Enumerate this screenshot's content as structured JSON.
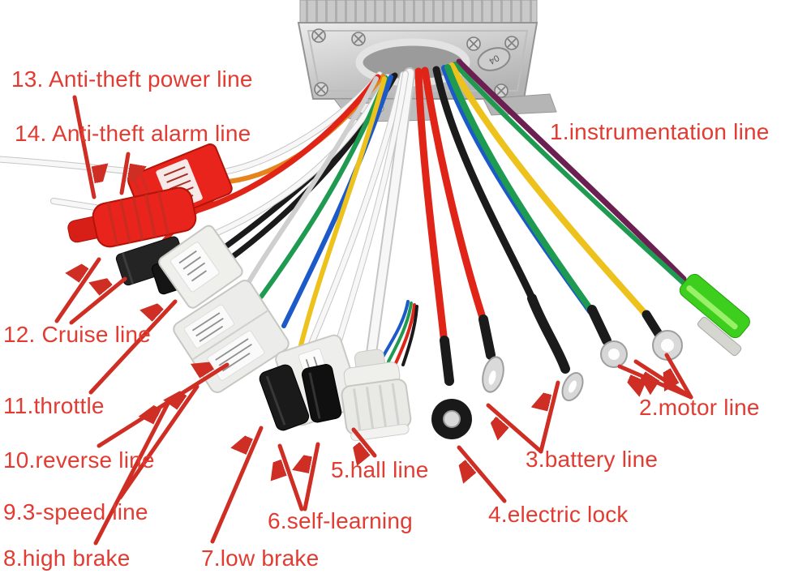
{
  "scene": {
    "background": "#ffffff"
  },
  "annotations": {
    "text_color": "#e23b32",
    "arrow_color": "#cf2e24",
    "labels": [
      "1.instrumentation line",
      "2.motor line",
      "3.battery line",
      "4.electric lock",
      "5.hall line",
      "6.self-learning",
      "7.low brake",
      "8.high brake",
      "9.3-speed line",
      "10.reverse line",
      "11.throttle",
      "12. Cruise line",
      "13. Anti-theft power line",
      "14. Anti-theft alarm line"
    ]
  },
  "controller": {
    "stamp_text": "04",
    "body_color": "#c8c8c8"
  },
  "wire_palette": {
    "red": "#e02417",
    "black": "#1b1b1b",
    "blue": "#1d5ac9",
    "green": "#1f9b51",
    "yellow": "#eec21c",
    "orange": "#e5831d",
    "purple": "#6b2051",
    "white": "#f7f7f7",
    "gray": "#cfcfcf",
    "connector_red": "#e8241d",
    "connector_green": "#3ecf1e"
  }
}
